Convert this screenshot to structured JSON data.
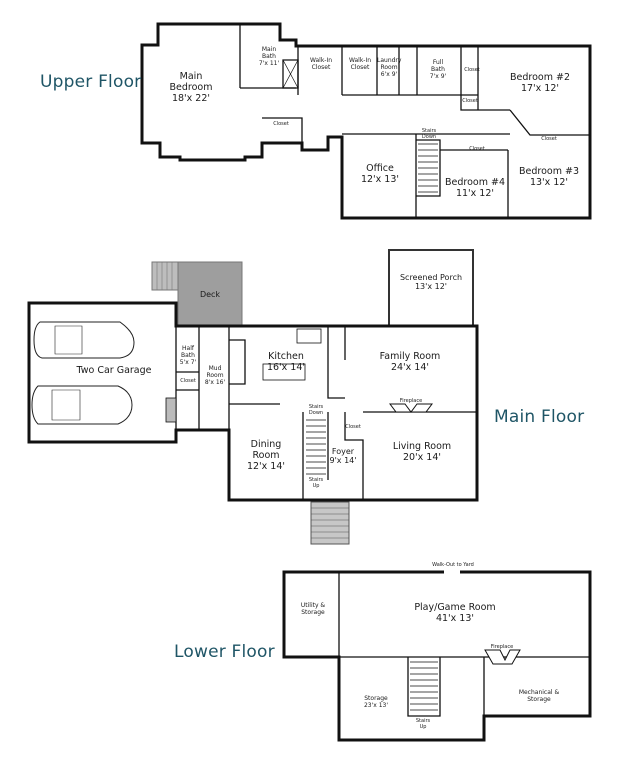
{
  "floors": {
    "upper": {
      "label": "Upper Floor",
      "rooms": [
        {
          "name": "Main Bedroom",
          "dim": "18'x 22'"
        },
        {
          "name": "Main Bath",
          "dim": "7'x 11'"
        },
        {
          "name": "Walk-In Closet",
          "dim": ""
        },
        {
          "name": "Walk-In Closet",
          "dim": ""
        },
        {
          "name": "Laundry Room",
          "dim": "6'x 9'"
        },
        {
          "name": "Full Bath",
          "dim": "7'x 9'"
        },
        {
          "name": "Bedroom #2",
          "dim": "17'x 12'"
        },
        {
          "name": "Office",
          "dim": "12'x 13'"
        },
        {
          "name": "Bedroom #4",
          "dim": "11'x 12'"
        },
        {
          "name": "Bedroom #3",
          "dim": "13'x 12'"
        }
      ],
      "closets": [
        "Closet",
        "Closet",
        "Closet",
        "Closet",
        "Closet"
      ],
      "stairs": "Stairs Down"
    },
    "main": {
      "label": "Main Floor",
      "rooms": [
        {
          "name": "Deck",
          "dim": ""
        },
        {
          "name": "Screened Porch",
          "dim": "13'x 12'"
        },
        {
          "name": "Two Car Garage",
          "dim": ""
        },
        {
          "name": "Half Bath",
          "dim": "5'x 7'"
        },
        {
          "name": "Mud Room",
          "dim": "8'x 16'"
        },
        {
          "name": "Kitchen",
          "dim": "16'x 14'"
        },
        {
          "name": "Family Room",
          "dim": "24'x 14'"
        },
        {
          "name": "Dining Room",
          "dim": "12'x 14'"
        },
        {
          "name": "Foyer",
          "dim": "9'x 14'"
        },
        {
          "name": "Living Room",
          "dim": "20'x 14'"
        }
      ],
      "closets": [
        "Closet",
        "Closet"
      ],
      "fireplace": "Fireplace",
      "stairs_down": "Stairs Down",
      "stairs_up": "Stairs Up"
    },
    "lower": {
      "label": "Lower Floor",
      "rooms": [
        {
          "name": "Utility & Storage",
          "dim": ""
        },
        {
          "name": "Play/Game Room",
          "dim": "41'x 13'"
        },
        {
          "name": "Storage",
          "dim": "23'x 13'"
        },
        {
          "name": "Mechanical & Storage",
          "dim": ""
        }
      ],
      "walkout": "Walk-Out to Yard",
      "fireplace": "Fireplace",
      "stairs": "Stairs Up"
    }
  }
}
